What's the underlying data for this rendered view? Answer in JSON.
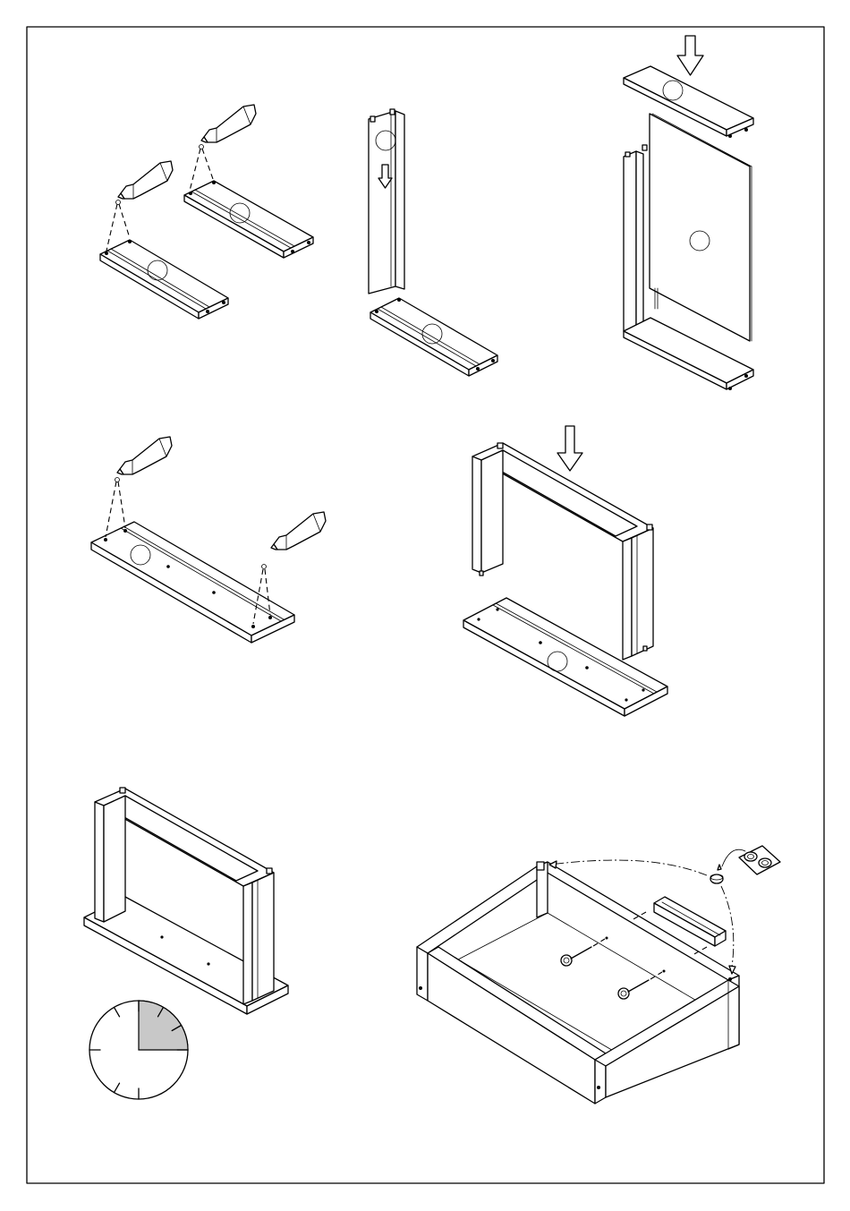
{
  "page": {
    "border_color": "#000000",
    "background": "#ffffff"
  },
  "steps": [
    {
      "id": "glue-side-panels",
      "icons": [
        "glue-tube-icon",
        "glue-tube-icon"
      ]
    },
    {
      "id": "slide-side-panel",
      "icons": [
        "down-arrow-icon"
      ]
    },
    {
      "id": "insert-back-panel",
      "icons": [
        "down-arrow-icon"
      ]
    },
    {
      "id": "glue-bottom-panel",
      "icons": [
        "glue-tube-icon",
        "glue-tube-icon"
      ]
    },
    {
      "id": "lower-frame-onto-base",
      "icons": [
        "down-arrow-icon"
      ]
    },
    {
      "id": "let-glue-dry",
      "icons": [
        "clock-icon"
      ],
      "clock_shaded_fraction": 0.25,
      "clock_shade_color": "#c8c8c8"
    },
    {
      "id": "attach-drawer-parts",
      "icons": [
        "handle-icon",
        "screw-icon",
        "screw-icon",
        "cap-sticker-icon"
      ]
    }
  ]
}
